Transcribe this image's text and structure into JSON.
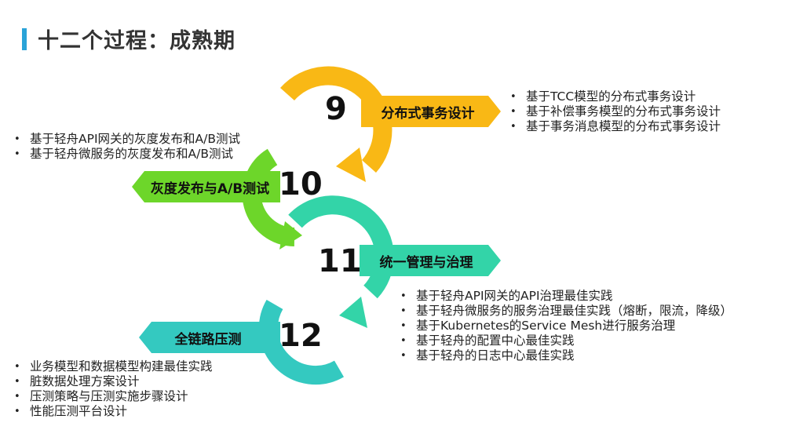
{
  "slide": {
    "title": "十二个过程：成熟期"
  },
  "stages": [
    {
      "number": "9",
      "label": "分布式事务设计",
      "color": "#f9b815",
      "bullets": [
        "基于TCC模型的分布式事务设计",
        "基于补偿事务模型的分布式事务设计",
        "基于事务消息模型的分布式事务设计"
      ]
    },
    {
      "number": "10",
      "label": "灰度发布与A/B测试",
      "color": "#6dd62a",
      "bullets": [
        "基于轻舟API网关的灰度发布和A/B测试",
        "基于轻舟微服务的灰度发布和A/B测试"
      ]
    },
    {
      "number": "11",
      "label": "统一管理与治理",
      "color": "#33d4a8",
      "bullets": [
        "基于轻舟API网关的API治理最佳实践",
        "基于轻舟微服务的服务治理最佳实践（熔断，限流，降级）",
        "基于Kubernetes的Service Mesh进行服务治理",
        "基于轻舟的配置中心最佳实践",
        "基于轻舟的日志中心最佳实践"
      ]
    },
    {
      "number": "12",
      "label": "全链路压测",
      "color": "#34c9c0",
      "bullets": [
        "业务模型和数据模型构建最佳实践",
        "脏数据处理方案设计",
        "压测策略与压测实施步骤设计",
        "性能压测平台设计"
      ]
    }
  ]
}
